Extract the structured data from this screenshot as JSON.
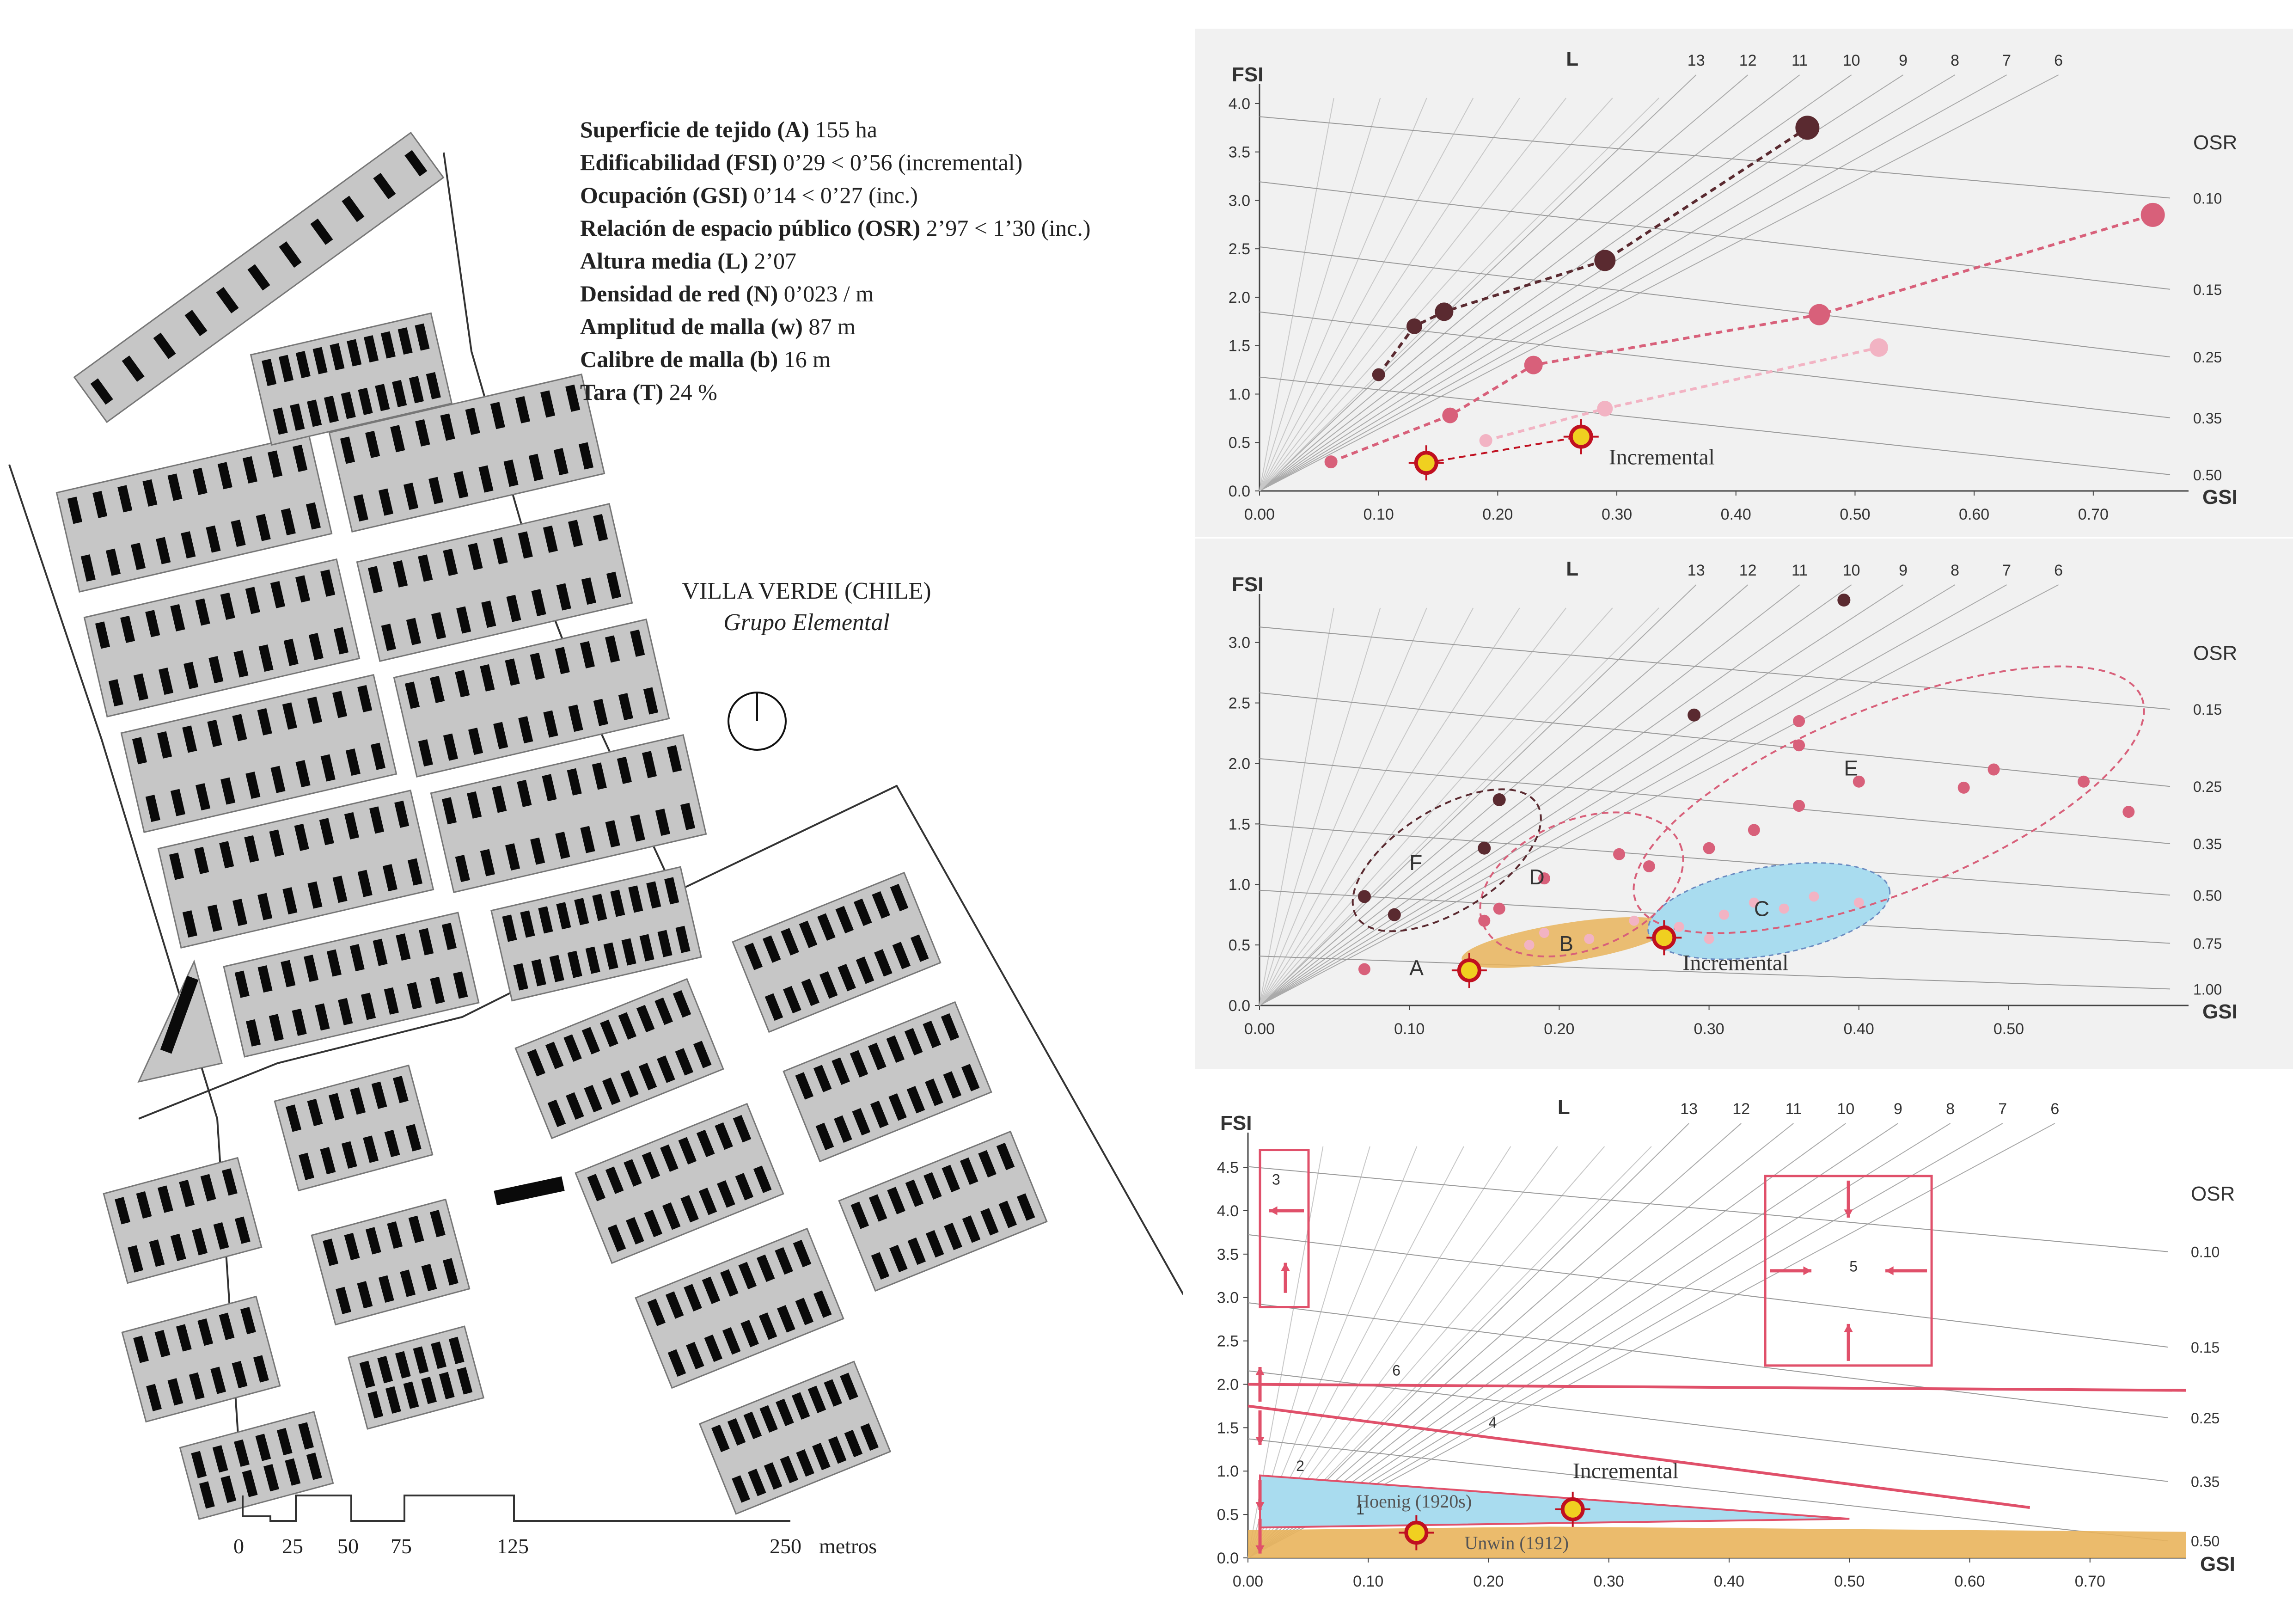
{
  "facts": [
    {
      "label": "Superficie de tejido (A)",
      "value": "155 ha"
    },
    {
      "label": "Edificabilidad (FSI)",
      "value": "0’29 < 0’56 (incremental)"
    },
    {
      "label": "Ocupación (GSI)",
      "value": "0’14 < 0’27 (inc.)"
    },
    {
      "label": "Relación de espacio público (OSR)",
      "value": "2’97 < 1’30 (inc.)"
    },
    {
      "label": "Altura media (L)",
      "value": "2’07"
    },
    {
      "label": "Densidad de red (N)",
      "value": "0’023 / m"
    },
    {
      "label": "Amplitud de malla (w)",
      "value": "87 m"
    },
    {
      "label": "Calibre de malla (b)",
      "value": "16 m"
    },
    {
      "label": "Tara (T)",
      "value": "24 %"
    }
  ],
  "project": {
    "name": "VILLA VERDE (CHILE)",
    "author": "Grupo Elemental"
  },
  "scale_bar": {
    "ticks": [
      "0",
      "25",
      "50",
      "75",
      "125",
      "250"
    ],
    "unit": "metros"
  },
  "colors": {
    "block": "#c6c6c6",
    "building": "#0a0a0a",
    "accent": "#e0506a",
    "dark_series": "#5a2a30",
    "mid_series": "#d8607a",
    "light_series": "#f2b3c3",
    "marker_ring": "#c01020",
    "marker_fill": "#f0d020",
    "zone_blue": "#a9dcef",
    "zone_orange": "#e9b45c"
  },
  "chart_data": [
    {
      "type": "scatter",
      "xlabel": "GSI",
      "ylabel": "FSI",
      "xlim": [
        0,
        0.78
      ],
      "ylim": [
        0,
        4.2
      ],
      "xticks": [
        "0.00",
        "0.10",
        "0.20",
        "0.30",
        "0.40",
        "0.50",
        "0.60",
        "0.70"
      ],
      "yticks": [
        "0.0",
        "0.5",
        "1.0",
        "1.5",
        "2.0",
        "2.5",
        "3.0",
        "3.5",
        "4.0"
      ],
      "l_label": "L",
      "l_lines": [
        "13",
        "12",
        "11",
        "10",
        "9",
        "8",
        "7",
        "6"
      ],
      "osr_label": "OSR",
      "osr_lines": [
        "0.10",
        "0.15",
        "0.25",
        "0.35",
        "0.50"
      ],
      "series": [
        {
          "values": [
            [
              0.1,
              1.2
            ],
            [
              0.13,
              1.7
            ],
            [
              0.155,
              1.85
            ],
            [
              0.29,
              2.38
            ],
            [
              0.46,
              3.75
            ]
          ],
          "color": "#5a2a30"
        },
        {
          "values": [
            [
              0.06,
              0.3
            ],
            [
              0.16,
              0.78
            ],
            [
              0.23,
              1.3
            ],
            [
              0.47,
              1.82
            ],
            [
              0.75,
              2.85
            ]
          ],
          "color": "#d8607a"
        },
        {
          "values": [
            [
              0.19,
              0.52
            ],
            [
              0.29,
              0.85
            ],
            [
              0.52,
              1.48
            ]
          ],
          "color": "#f2b3c3"
        }
      ],
      "incremental": {
        "label": "Incremental",
        "points": [
          [
            0.14,
            0.29
          ],
          [
            0.27,
            0.56
          ]
        ]
      }
    },
    {
      "type": "scatter",
      "xlabel": "GSI",
      "ylabel": "FSI",
      "xlim": [
        0,
        0.62
      ],
      "ylim": [
        0,
        3.4
      ],
      "xticks": [
        "0.00",
        "0.10",
        "0.20",
        "0.30",
        "0.40",
        "0.50"
      ],
      "yticks": [
        "0.0",
        "0.5",
        "1.0",
        "1.5",
        "2.0",
        "2.5",
        "3.0"
      ],
      "l_label": "L",
      "l_lines": [
        "13",
        "12",
        "11",
        "10",
        "9",
        "8",
        "7",
        "6"
      ],
      "osr_label": "OSR",
      "osr_lines": [
        "0.15",
        "0.25",
        "0.35",
        "0.50",
        "0.75",
        "1.00"
      ],
      "zones": [
        "A",
        "B",
        "C",
        "D",
        "E",
        "F"
      ],
      "points_dark": [
        [
          0.07,
          0.9
        ],
        [
          0.09,
          0.75
        ],
        [
          0.15,
          1.3
        ],
        [
          0.16,
          1.7
        ],
        [
          0.29,
          2.4
        ],
        [
          0.39,
          3.35
        ]
      ],
      "points_mid": [
        [
          0.07,
          0.3
        ],
        [
          0.15,
          0.7
        ],
        [
          0.16,
          0.8
        ],
        [
          0.19,
          1.05
        ],
        [
          0.24,
          1.25
        ],
        [
          0.26,
          1.15
        ],
        [
          0.3,
          1.3
        ],
        [
          0.33,
          1.45
        ],
        [
          0.36,
          1.65
        ],
        [
          0.36,
          2.35
        ],
        [
          0.36,
          2.15
        ],
        [
          0.4,
          1.85
        ],
        [
          0.47,
          1.8
        ],
        [
          0.49,
          1.95
        ],
        [
          0.55,
          1.85
        ],
        [
          0.58,
          1.6
        ]
      ],
      "points_light": [
        [
          0.18,
          0.5
        ],
        [
          0.19,
          0.6
        ],
        [
          0.22,
          0.55
        ],
        [
          0.25,
          0.7
        ],
        [
          0.28,
          0.65
        ],
        [
          0.31,
          0.75
        ],
        [
          0.33,
          0.85
        ],
        [
          0.35,
          0.8
        ],
        [
          0.37,
          0.9
        ],
        [
          0.4,
          0.85
        ],
        [
          0.3,
          0.55
        ]
      ],
      "incremental": {
        "label": "Incremental",
        "points": [
          [
            0.14,
            0.29
          ],
          [
            0.27,
            0.56
          ]
        ]
      }
    },
    {
      "type": "scatter",
      "xlabel": "GSI",
      "ylabel": "FSI",
      "xlim": [
        0,
        0.78
      ],
      "ylim": [
        0,
        4.9
      ],
      "xticks": [
        "0.00",
        "0.10",
        "0.20",
        "0.30",
        "0.40",
        "0.50",
        "0.60",
        "0.70"
      ],
      "yticks": [
        "0.0",
        "0.5",
        "1.0",
        "1.5",
        "2.0",
        "2.5",
        "3.0",
        "3.5",
        "4.0",
        "4.5"
      ],
      "l_label": "L",
      "l_lines": [
        "13",
        "12",
        "11",
        "10",
        "9",
        "8",
        "7",
        "6"
      ],
      "osr_label": "OSR",
      "osr_lines": [
        "0.10",
        "0.15",
        "0.25",
        "0.35",
        "0.50"
      ],
      "regions": {
        "numbers": [
          "1",
          "2",
          "3",
          "4",
          "5",
          "6"
        ],
        "hoenig": "Hoenig (1920s)",
        "unwin": "Unwin (1912)"
      },
      "incremental": {
        "label": "Incremental",
        "points": [
          [
            0.14,
            0.29
          ],
          [
            0.27,
            0.56
          ]
        ]
      }
    }
  ]
}
